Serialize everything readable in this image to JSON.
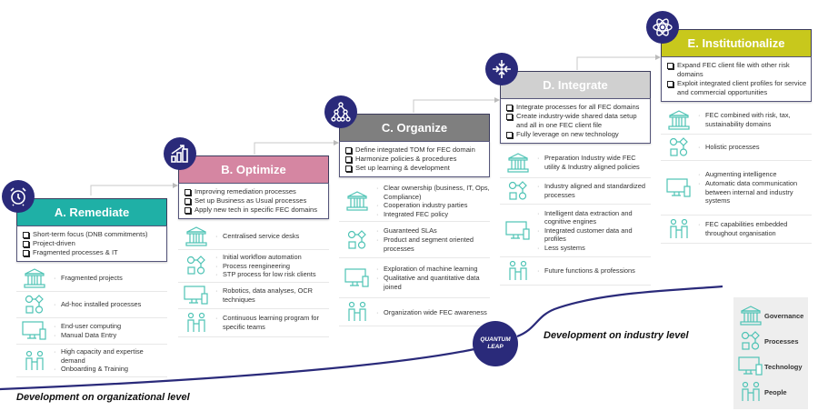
{
  "colors": {
    "navy": "#2a2a7a",
    "teal": "#4ec3b5"
  },
  "stages": [
    {
      "title": "A. Remediate",
      "color": "#1fb0a6",
      "icon": "alarm-clock-icon",
      "bullets": [
        "Short-term focus (DNB commitments)",
        "Project-driven",
        "Fragmented processes & IT"
      ],
      "rows": [
        [
          "Fragmented projects"
        ],
        [
          "Ad-hoc installed processes"
        ],
        [
          "End-user computing",
          "Manual Data Entry"
        ],
        [
          "High capacity and expertise demand",
          "Onboarding & Training"
        ]
      ]
    },
    {
      "title": "B. Optimize",
      "color": "#d586a2",
      "icon": "growth-chart-icon",
      "bullets": [
        "Improving remediation processes",
        "Set up Business as Usual processes",
        "Apply new tech in specific FEC domains"
      ],
      "rows": [
        [
          "Centralised service desks"
        ],
        [
          "Initial workflow automation",
          "Process reengineering",
          "STP process for low risk clients"
        ],
        [
          "Robotics, data analyses, OCR techniques"
        ],
        [
          "Continuous learning program for specific teams"
        ]
      ]
    },
    {
      "title": "C. Organize",
      "color": "#7f7f7f",
      "icon": "hierarchy-icon",
      "bullets": [
        "Define integrated TOM for FEC domain",
        "Harmonize policies & procedures",
        "Set up learning & development"
      ],
      "rows": [
        [
          "Clear ownership (business, IT, Ops, Compliance)",
          "Cooperation industry parties",
          "Integrated FEC policy"
        ],
        [
          "Guaranteed SLAs",
          "Product and segment oriented processes"
        ],
        [
          "Exploration of machine learning",
          "Qualitative and quantitative data joined"
        ],
        [
          "Organization wide FEC awareness"
        ]
      ]
    },
    {
      "title": "D. Integrate",
      "color": "#d0d0d0",
      "icon": "converge-arrows-icon",
      "bullets": [
        "Integrate processes for all FEC domains",
        "Create industry-wide shared data setup and all in one FEC client file",
        "Fully leverage on new technology"
      ],
      "rows": [
        [
          "Preparation Industry wide FEC utility & Industry aligned policies"
        ],
        [
          "Industry aligned and standardized processes"
        ],
        [
          "Intelligent data extraction and cognitive engines",
          "Integrated customer data and profiles",
          "Less systems"
        ],
        [
          "Future functions & professions"
        ]
      ]
    },
    {
      "title": "E. Institutionalize",
      "color": "#c8c81c",
      "icon": "atom-icon",
      "bullets": [
        "Expand FEC client file with other risk domains",
        "Exploit integrated client profiles for service and commercial opportunities"
      ],
      "rows": [
        [
          "FEC combined with risk, tax, sustainability domains"
        ],
        [
          "Holistic processes"
        ],
        [
          "Augmenting intelligence",
          "Automatic data communication between internal and industry systems"
        ],
        [
          "FEC capabilities embedded throughout organisation"
        ]
      ]
    }
  ],
  "quantum_leap": [
    "QUANTUM",
    "LEAP"
  ],
  "org_level": "Development on organizational level",
  "industry_level": "Development on industry level",
  "legend": [
    {
      "icon": "governance-icon",
      "label": "Governance"
    },
    {
      "icon": "processes-icon",
      "label": "Processes"
    },
    {
      "icon": "technology-icon",
      "label": "Technology"
    },
    {
      "icon": "people-icon",
      "label": "People"
    }
  ]
}
